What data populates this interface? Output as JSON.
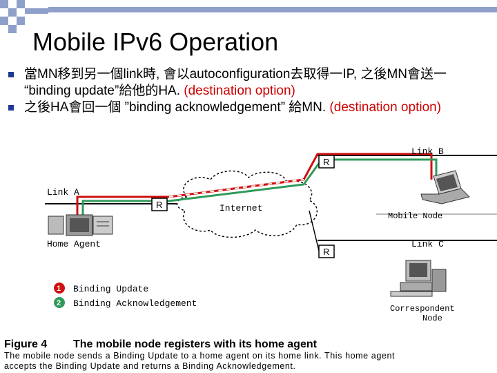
{
  "slide": {
    "title": "Mobile IPv6 Operation",
    "bullets": [
      {
        "text_black": "當MN移到另一個link時, 會以autoconfiguration去取得一IP, 之後MN會送一 “binding update”給他的HA. ",
        "text_red": "(destination option)"
      },
      {
        "text_black": "之後HA會回一個 ”binding acknowledgement” 給MN. ",
        "text_red": "(destination option)"
      }
    ]
  },
  "figure": {
    "link_a": "Link A",
    "link_b": "Link B",
    "link_c": "Link C",
    "router": "R",
    "internet": "Internet",
    "home_agent": "Home Agent",
    "mobile_node": "Mobile Node",
    "correspondent_line1": "Correspondent",
    "correspondent_line2": "Node",
    "legend": [
      {
        "num": "1",
        "label": "Binding Update",
        "color": "#d01010"
      },
      {
        "num": "2",
        "label": "Binding Acknowledgement",
        "color": "#2e9a5a"
      }
    ],
    "caption_number": "Figure 4",
    "caption_title": "The mobile node registers with its home agent",
    "caption_line1": "The mobile node sends a Binding Update to a home agent on its home link. This home agent",
    "caption_line2": "accepts the Binding Update and returns a Binding Acknowledgement."
  },
  "colors": {
    "accent": "#8e9fc9",
    "bullet": "#1f3a93",
    "update": "#d01010",
    "ack": "#2e9a5a"
  }
}
